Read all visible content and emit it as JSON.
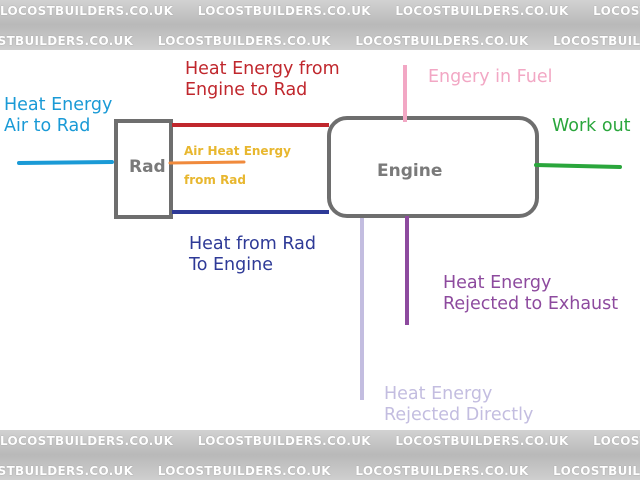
{
  "watermark": {
    "text": "LOCOSTBUILDERS.CO.UK"
  },
  "boxes": {
    "rad": "Rad",
    "engine": "Engine"
  },
  "labels": {
    "air_to_rad": [
      "Heat Energy",
      "Air to Rad"
    ],
    "engine_to_rad": [
      "Heat Energy from",
      "Engine to Rad"
    ],
    "fuel": [
      "Engery in Fuel"
    ],
    "work_out": [
      "Work out"
    ],
    "air_heat": [
      "Air Heat Energy",
      "from Rad"
    ],
    "rad_to_engine": [
      "Heat from Rad",
      "To Engine"
    ],
    "exhaust": [
      "Heat Energy",
      "Rejected to Exhaust"
    ],
    "direct": [
      "Heat Energy",
      "Rejected Directly"
    ]
  },
  "colors": {
    "air_to_rad": "#1a9ad6",
    "engine_to_rad": "#c0272d",
    "fuel": "#f2a7c4",
    "work_out": "#2aa63c",
    "air_heat": "#e8b72f",
    "air_heat_line": "#f08a3c",
    "rad_to_engine": "#2e3a97",
    "exhaust": "#8d4a9e",
    "direct": "#c3bde0",
    "box": "#6e6e6e"
  }
}
